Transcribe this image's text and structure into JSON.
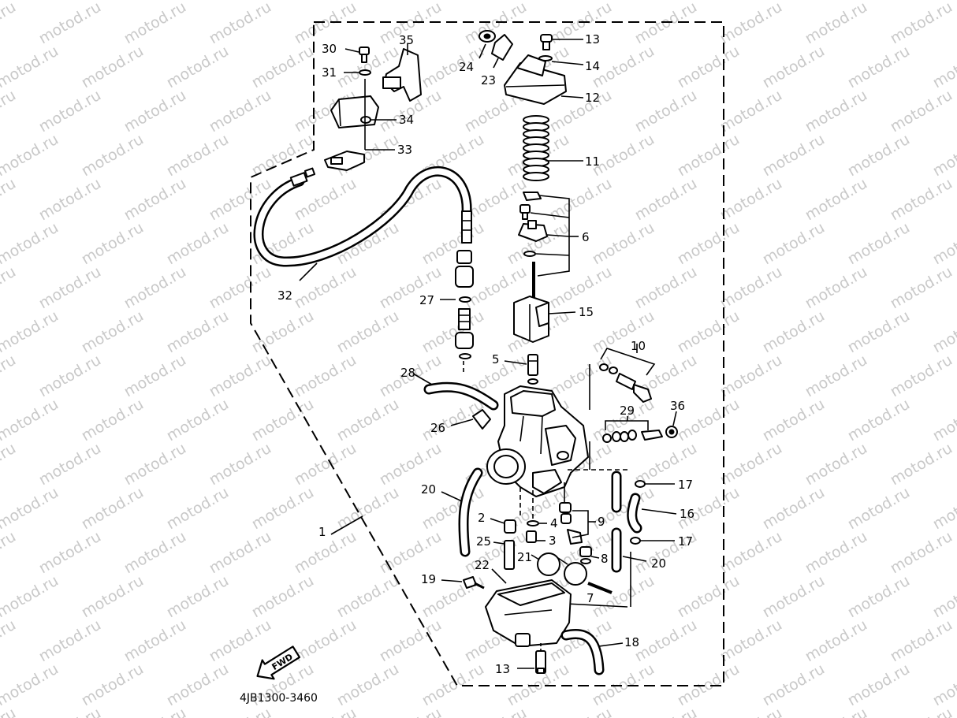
{
  "diagram": {
    "watermark_text": "motod.ru",
    "diagram_code": "4JB1300-3460",
    "fwd_label": "FWD",
    "callouts": {
      "p1": "1",
      "p2": "2",
      "p3": "3",
      "p4": "4",
      "p5": "5",
      "p6": "6",
      "p7": "7",
      "p8": "8",
      "p9": "9",
      "p10": "10",
      "p11": "11",
      "p12": "12",
      "p13_top": "13",
      "p13_bottom": "13",
      "p14": "14",
      "p15": "15",
      "p16": "16",
      "p17_upper": "17",
      "p17_lower": "17",
      "p18": "18",
      "p19": "19",
      "p20_left": "20",
      "p20_right": "20",
      "p21": "21",
      "p22": "22",
      "p23": "23",
      "p24": "24",
      "p25": "25",
      "p26": "26",
      "p27": "27",
      "p28": "28",
      "p29": "29",
      "p30": "30",
      "p31": "31",
      "p32": "32",
      "p33": "33",
      "p34": "34",
      "p35": "35",
      "p36": "36"
    }
  }
}
